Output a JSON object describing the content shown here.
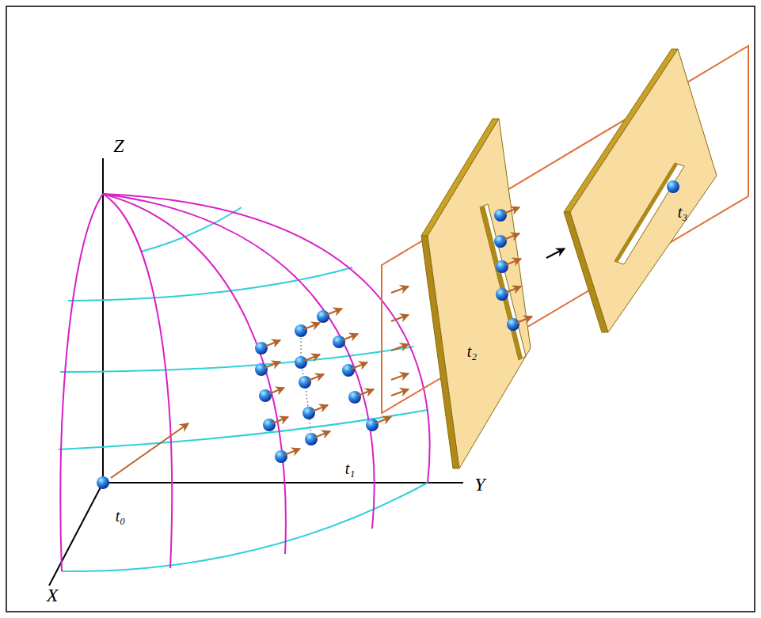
{
  "diagram": {
    "labels": [
      "Z",
      "Y",
      "X",
      "t₀",
      "t₁",
      "t₂",
      "t₃"
    ]
  }
}
